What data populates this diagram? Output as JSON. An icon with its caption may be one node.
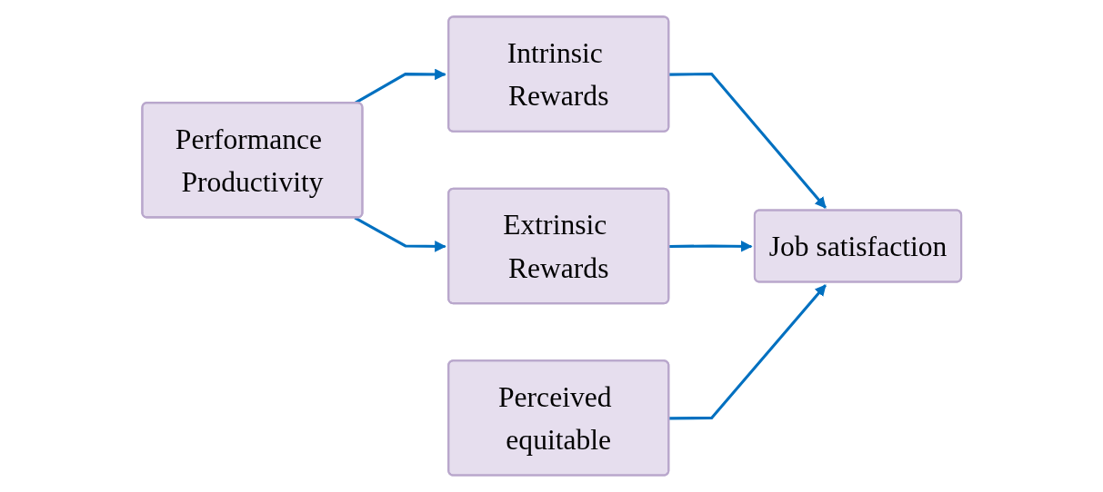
{
  "diagram": {
    "nodes": [
      {
        "text": [
          "Performance Productivity"
        ]
      },
      {
        "text": [
          "Intrinsic Rewards"
        ]
      },
      {
        "text": [
          "Extrinsic Rewards"
        ]
      },
      {
        "text": [
          "Perceived equitable"
        ]
      },
      {
        "text": [
          "Job satisfaction"
        ]
      }
    ],
    "edges": [
      {
        "from": 0,
        "to": 1,
        "arrow": "to"
      },
      {
        "from": 0,
        "to": 2,
        "arrow": "to"
      },
      {
        "from": 1,
        "to": 4,
        "arrow": "to"
      },
      {
        "from": 2,
        "to": 4,
        "arrow": "to"
      },
      {
        "from": 3,
        "to": 4,
        "arrow": "to"
      }
    ]
  }
}
